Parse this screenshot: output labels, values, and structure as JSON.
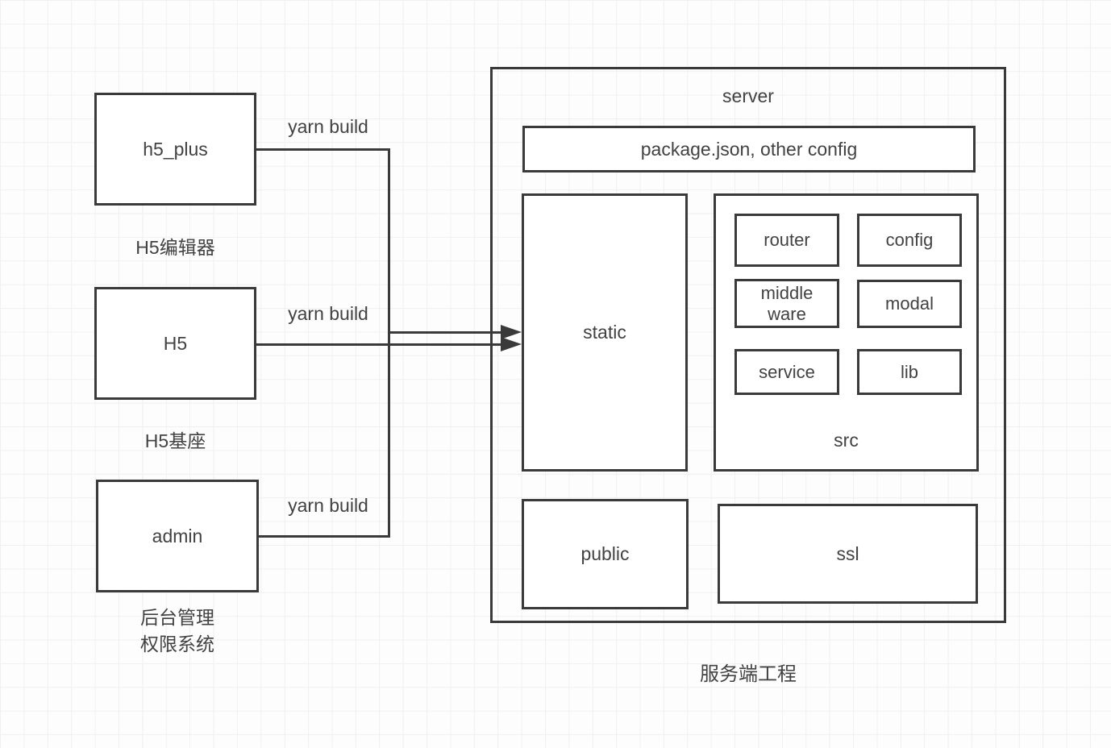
{
  "diagram": {
    "clients": [
      {
        "name": "h5_plus",
        "caption": "H5编辑器",
        "edge_label": "yarn build"
      },
      {
        "name": "H5",
        "caption": "H5基座",
        "edge_label": "yarn build"
      },
      {
        "name": "admin",
        "caption": "后台管理\n权限系统",
        "edge_label": "yarn build"
      }
    ],
    "server": {
      "title": "server",
      "config_box": "package.json, other config",
      "static_label": "static",
      "src": {
        "label": "src",
        "modules": [
          "router",
          "config",
          "middle\nware",
          "modal",
          "service",
          "lib"
        ]
      },
      "public_label": "public",
      "ssl_label": "ssl",
      "caption": "服务端工程"
    },
    "colors": {
      "stroke": "#3a3a3a",
      "text": "#424242",
      "grid": "#f0f0f0",
      "background": "#fdfdfd"
    }
  }
}
